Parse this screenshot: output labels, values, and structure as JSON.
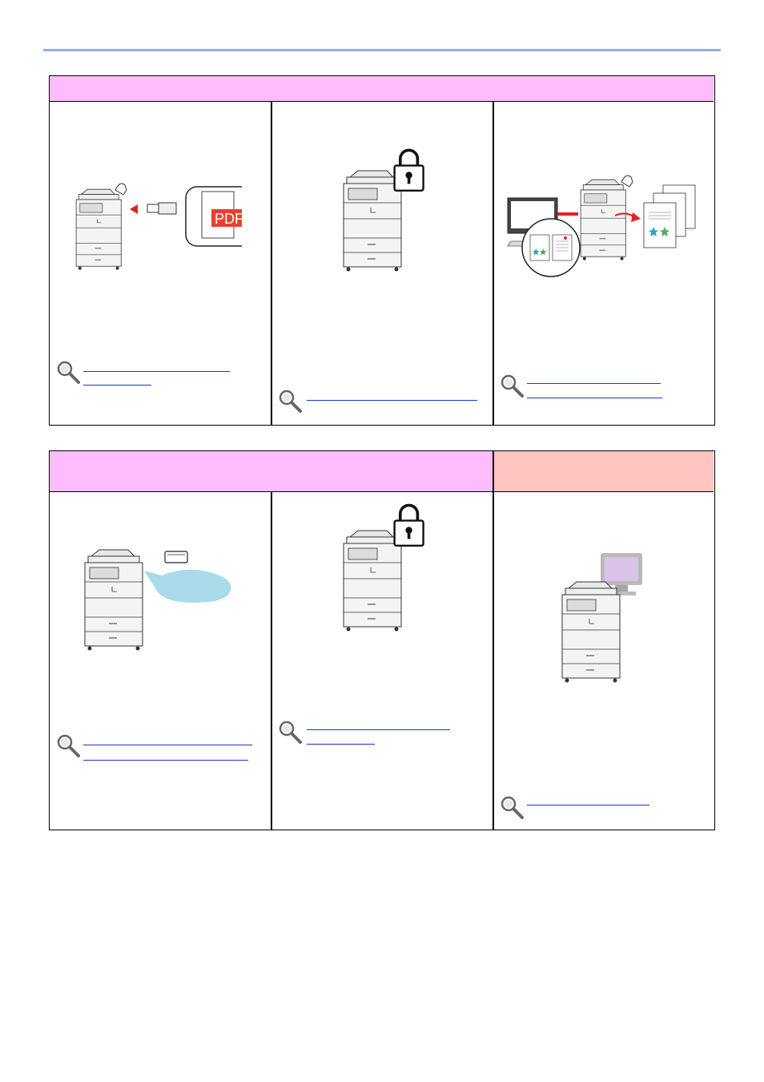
{
  "page": {
    "accent_line_color": "#8fb0ea"
  },
  "colors": {
    "header_pink": "#fdbcfc",
    "header_salmon": "#ffc4c0",
    "link_blue": "#1a33cc",
    "pdf_red": "#e8402f",
    "arrow_red": "#e62020",
    "bubble_blue": "#a9dbeb",
    "panel_purple": "#d9c3e6"
  },
  "table1": {
    "header_text": "",
    "cells": [
      {
        "id": "pdf-encryption",
        "illustration": "printer-usb-pdf-lock",
        "links": 2
      },
      {
        "id": "security-lock",
        "illustration": "printer-padlock",
        "links": 1
      },
      {
        "id": "print-from-pc",
        "illustration": "pc-printer-output",
        "links": 2
      }
    ]
  },
  "table2": {
    "header_left_text": "",
    "header_right_text": "",
    "cells": [
      {
        "id": "card-auth",
        "illustration": "printer-card-bubble",
        "links": 2
      },
      {
        "id": "data-security",
        "illustration": "printer-padlock",
        "links": 2
      },
      {
        "id": "remote-management",
        "illustration": "printer-monitor",
        "links": 1
      }
    ]
  },
  "icons": [
    "magnifier-icon",
    "padlock-icon",
    "usb-drive-icon",
    "pdf-file-icon",
    "monitor-icon",
    "id-card-icon",
    "star-icon"
  ]
}
